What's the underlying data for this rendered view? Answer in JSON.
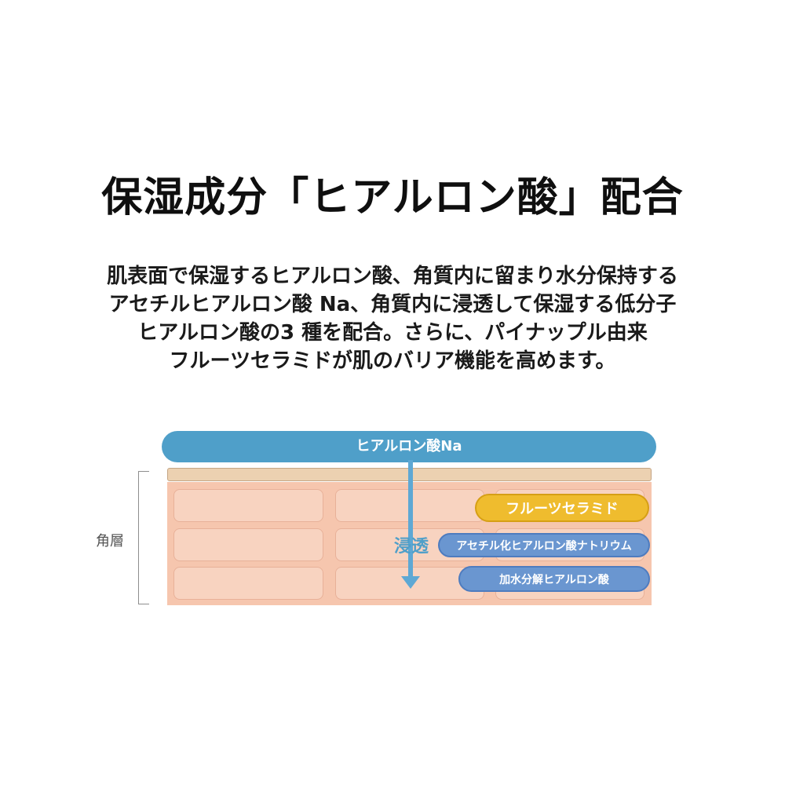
{
  "headline": "保湿成分「ヒアルロン酸」配合",
  "description_lines": [
    "肌表面で保湿するヒアルロン酸、角質内に留まり水分保持する",
    "アセチルヒアルロン酸 Na、角質内に浸透して保湿する低分子",
    "ヒアルロン酸の3 種を配合。さらに、パイナップル由来",
    "フルーツセラミドが肌のバリア機能を高めます。"
  ],
  "diagram": {
    "top_bar_label": "ヒアルロン酸Na",
    "side_label": "角層",
    "arrow_label": "浸透",
    "ingredients": {
      "ceramide": "フルーツセラミド",
      "acetyl": "アセチル化ヒアルロン酸ナトリウム",
      "hydrolyzed": "加水分解ヒアルロン酸"
    },
    "colors": {
      "bar_blue": "#4f9fc9",
      "ceramide_yellow": "#efbc2e",
      "ingredient_blue": "#6a96d0",
      "skin_layer": "#f6c6ae",
      "skin_surface": "#ecd1b1"
    }
  }
}
